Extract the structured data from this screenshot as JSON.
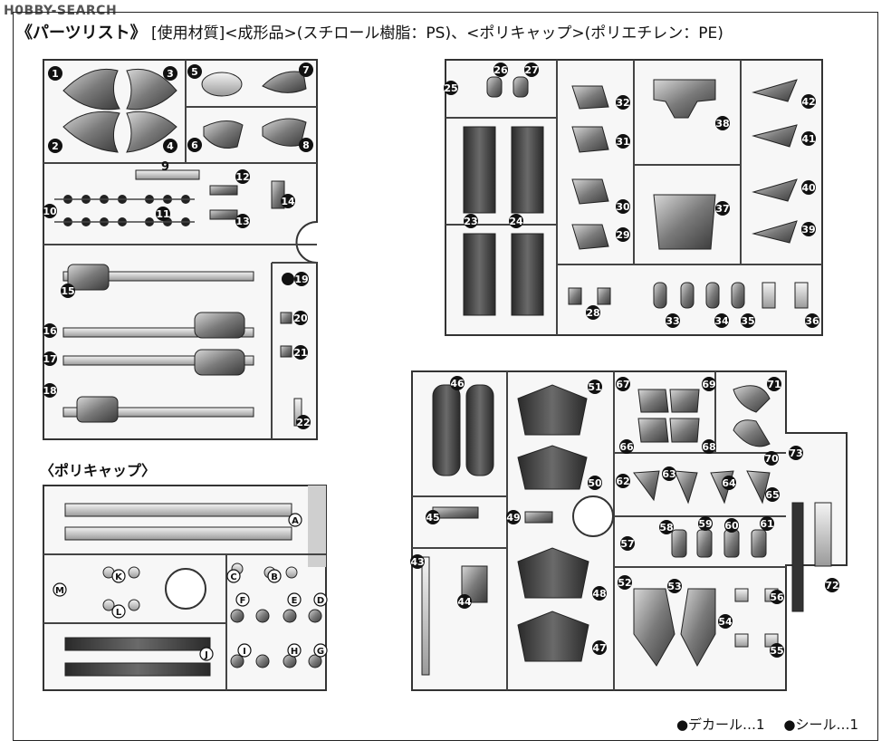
{
  "watermark": "H0BBY-SEARCH",
  "header": {
    "title": "《パーツリスト》",
    "materials": "[使用材質]<成形品>(スチロール樹脂：PS)、<ポリキャップ>(ポリエチレン：PE)"
  },
  "poly_label": "〈ポリキャップ〉",
  "footer": {
    "decal": "●デカール…1",
    "seal": "●シール…1"
  },
  "part_numbers": [
    "1",
    "2",
    "3",
    "4",
    "5",
    "6",
    "7",
    "8",
    "9",
    "10",
    "11",
    "12",
    "13",
    "14",
    "15",
    "16",
    "17",
    "18",
    "19",
    "20",
    "21",
    "22",
    "23",
    "24",
    "25",
    "26",
    "27",
    "28",
    "29",
    "30",
    "31",
    "32",
    "33",
    "34",
    "35",
    "36",
    "37",
    "38",
    "39",
    "40",
    "41",
    "42",
    "43",
    "44",
    "45",
    "46",
    "47",
    "48",
    "49",
    "50",
    "51",
    "52",
    "53",
    "54",
    "55",
    "56",
    "57",
    "58",
    "59",
    "60",
    "61",
    "62",
    "63",
    "64",
    "65",
    "66",
    "67",
    "68",
    "69",
    "70",
    "71",
    "72",
    "73"
  ],
  "poly_letters": [
    "A",
    "B",
    "C",
    "D",
    "E",
    "F",
    "G",
    "H",
    "J",
    "K",
    "L",
    "M"
  ]
}
